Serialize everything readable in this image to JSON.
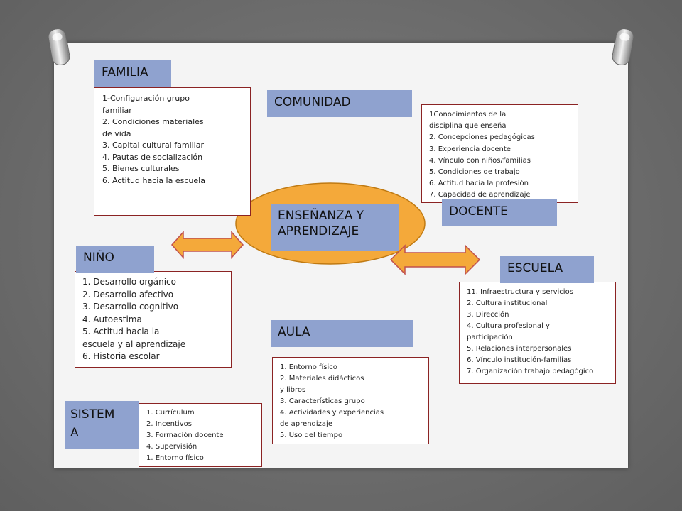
{
  "center": {
    "label_line1": "ENSEÑANZA Y",
    "label_line2": "APRENDIZAJE"
  },
  "familia": {
    "title": "FAMILIA",
    "items": [
      "1-Configuración grupo",
      "familiar",
      "2. Condiciones materiales",
      "de vida",
      "3. Capital cultural familiar",
      "4. Pautas de socialización",
      "5. Bienes culturales",
      "6. Actitud hacia la escuela"
    ]
  },
  "comunidad": {
    "title": "COMUNIDAD"
  },
  "docente": {
    "title": "DOCENTE",
    "items": [
      "1Conocimientos de la",
      "disciplina que enseña",
      "2. Concepciones pedagógicas",
      "3. Experiencia docente",
      "4. Vínculo con niños/familias",
      "5. Condiciones de trabajo",
      "6. Actitud hacia la profesión",
      "7. Capacidad de aprendizaje"
    ]
  },
  "nino": {
    "title": "NIÑO",
    "items": [
      "1. Desarrollo orgánico",
      "2. Desarrollo afectivo",
      "3. Desarrollo cognitivo",
      "4. Autoestima",
      "5. Actitud hacia la",
      "escuela y al aprendizaje",
      "6. Historia escolar"
    ]
  },
  "escuela": {
    "title": "ESCUELA",
    "items": [
      "11. Infraestructura y servicios",
      "2. Cultura institucional",
      "3. Dirección",
      "4. Cultura profesional y",
      "participación",
      "5. Relaciones interpersonales",
      "6. Vínculo institución-familias",
      "7. Organización trabajo pedagógico"
    ]
  },
  "aula": {
    "title": "AULA",
    "items": [
      "1. Entorno físico",
      "2. Materiales didácticos",
      "y libros",
      "3. Características grupo",
      "4. Actividades y experiencias",
      "de aprendizaje",
      "5. Uso del tiempo"
    ]
  },
  "sistema": {
    "title_line1": "SISTEM",
    "title_line2": "A",
    "items": [
      "1. Currículum",
      "2. Incentivos",
      "3. Formación docente",
      "4. Supervisión",
      "1. Entorno físico"
    ]
  },
  "colors": {
    "label_fill": "#8fa2cf",
    "box_border": "#8b2323",
    "ellipse_fill": "#f4a93a",
    "arrow_fill": "#f4a93a"
  }
}
